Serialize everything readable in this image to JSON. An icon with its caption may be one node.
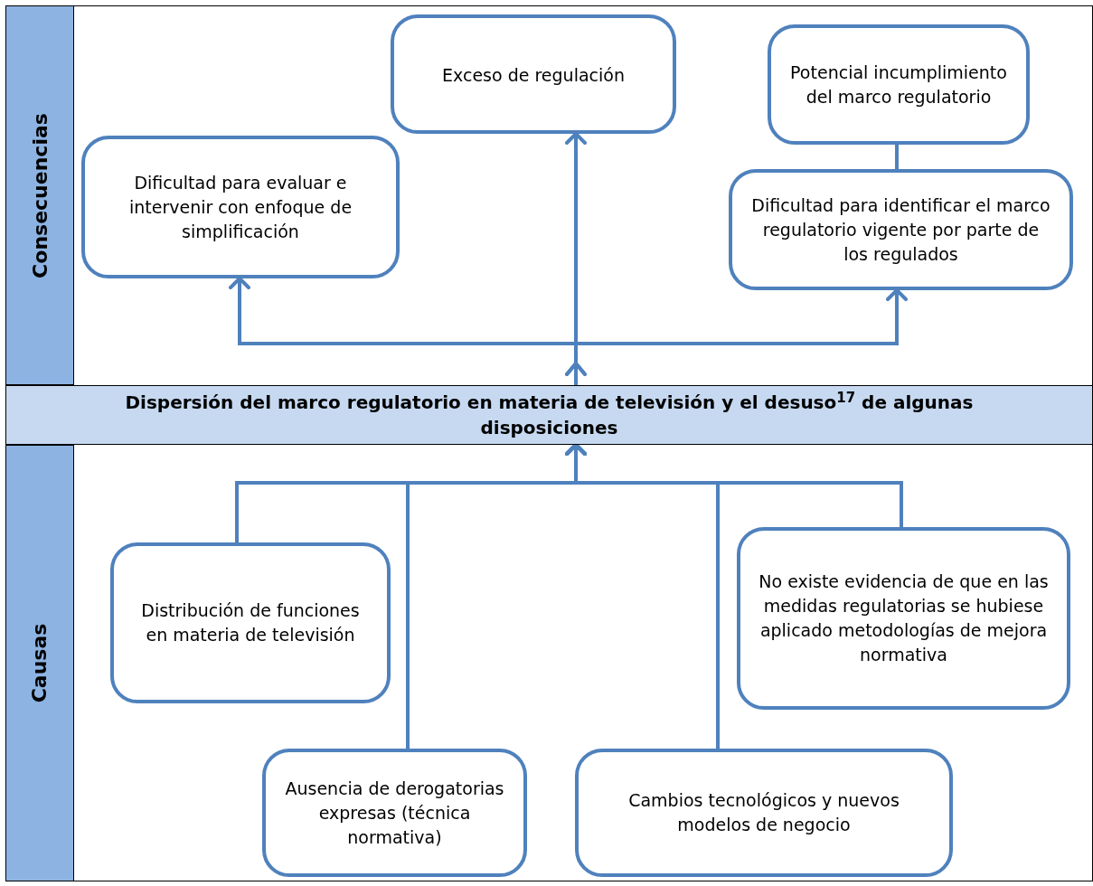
{
  "diagram": {
    "nodes": [
      {
        "text": [
          "Consecuencias"
        ]
      },
      {
        "text": [
          "Exceso de regulación"
        ]
      },
      {
        "text": [
          "Potencial incumplimiento del marco regulatorio"
        ]
      },
      {
        "text": [
          "Dificultad para evaluar e intervenir con enfoque de simplificación"
        ]
      },
      {
        "text": [
          "Dificultad para identificar el marco regulatorio vigente por parte de los regulados"
        ]
      },
      {
        "text": [
          "Dispersión del marco regulatorio en materia de televisión y el desuso$^{17}$ de algunas disposiciones"
        ]
      },
      {
        "text": [
          "Causas"
        ]
      },
      {
        "text": [
          "Distribución de funciones en materia de televisión"
        ]
      },
      {
        "text": [
          "No existe evidencia de que en las medidas regulatorias se hubiese aplicado metodologías de mejora normativa"
        ]
      },
      {
        "text": [
          "Ausencia de derogatorias expresas (técnica normativa)"
        ]
      },
      {
        "text": [
          "Cambios tecnológicos y nuevos modelos de negocio"
        ]
      }
    ],
    "edges": [
      {
        "from": 5,
        "to": 3,
        "arrow": "to"
      },
      {
        "from": 5,
        "to": 1,
        "arrow": "to"
      },
      {
        "from": 5,
        "to": 4,
        "arrow": "to"
      },
      {
        "from": 2,
        "to": 4,
        "arrow": "none"
      },
      {
        "from": 7,
        "to": 5,
        "arrow": "to"
      },
      {
        "from": 9,
        "to": 5,
        "arrow": "to"
      },
      {
        "from": 10,
        "to": 5,
        "arrow": "to"
      },
      {
        "from": 8,
        "to": 5,
        "arrow": "to"
      }
    ]
  }
}
